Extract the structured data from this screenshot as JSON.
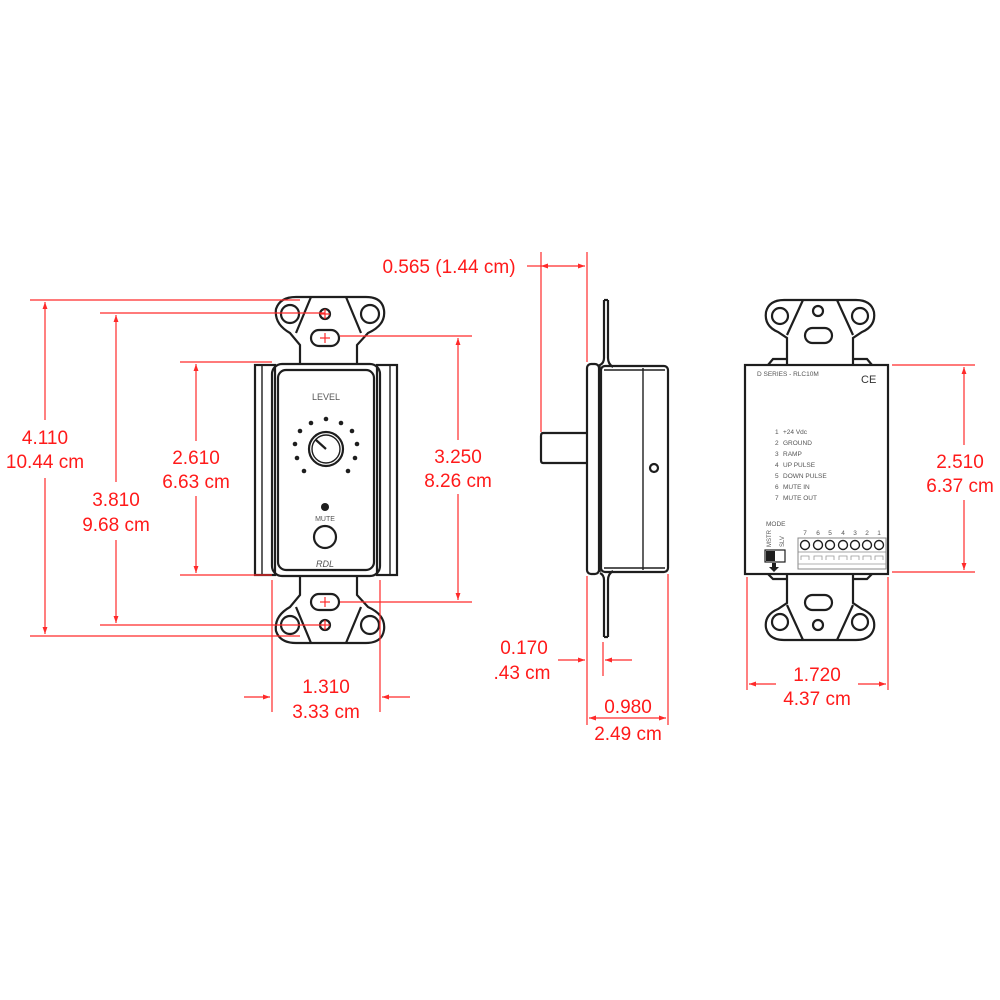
{
  "colors": {
    "dimension": "#ff1a1a",
    "outline": "#1e1e1e",
    "background": "#ffffff"
  },
  "front_view": {
    "faceplate": {
      "level_label": "LEVEL",
      "mute_label": "MUTE",
      "brand": "RDL"
    },
    "dimensions": {
      "overall_height": {
        "inch": "4.110",
        "cm": "10.44 cm"
      },
      "mount_hole_spacing": {
        "inch": "3.810",
        "cm": "9.68 cm"
      },
      "faceplate_height": {
        "inch": "2.610",
        "cm": "6.63 cm"
      },
      "body_height": {
        "inch": "3.250",
        "cm": "8.26 cm"
      },
      "faceplate_width": {
        "inch": "1.310",
        "cm": "3.33 cm"
      }
    }
  },
  "side_view": {
    "dimensions": {
      "knob_depth": {
        "label": "0.565 (1.44 cm)"
      },
      "plate_thickness": {
        "inch": "0.170",
        "cm": ".43 cm"
      },
      "body_depth": {
        "inch": "0.980",
        "cm": "2.49 cm"
      }
    }
  },
  "rear_view": {
    "model": "D SERIES - RLC10M",
    "ce_mark": "CE",
    "pinout": [
      {
        "num": "1",
        "label": "+24 Vdc"
      },
      {
        "num": "2",
        "label": "GROUND"
      },
      {
        "num": "3",
        "label": "RAMP"
      },
      {
        "num": "4",
        "label": "UP PULSE"
      },
      {
        "num": "5",
        "label": "DOWN PULSE"
      },
      {
        "num": "6",
        "label": "MUTE IN"
      },
      {
        "num": "7",
        "label": "MUTE OUT"
      }
    ],
    "mode_switch": {
      "label": "MODE",
      "options": [
        "MSTR",
        "SLV"
      ]
    },
    "terminal_numbers": [
      "7",
      "6",
      "5",
      "4",
      "3",
      "2",
      "1"
    ],
    "dimensions": {
      "body_height": {
        "inch": "2.510",
        "cm": "6.37 cm"
      },
      "body_width": {
        "inch": "1.720",
        "cm": "4.37 cm"
      }
    }
  }
}
